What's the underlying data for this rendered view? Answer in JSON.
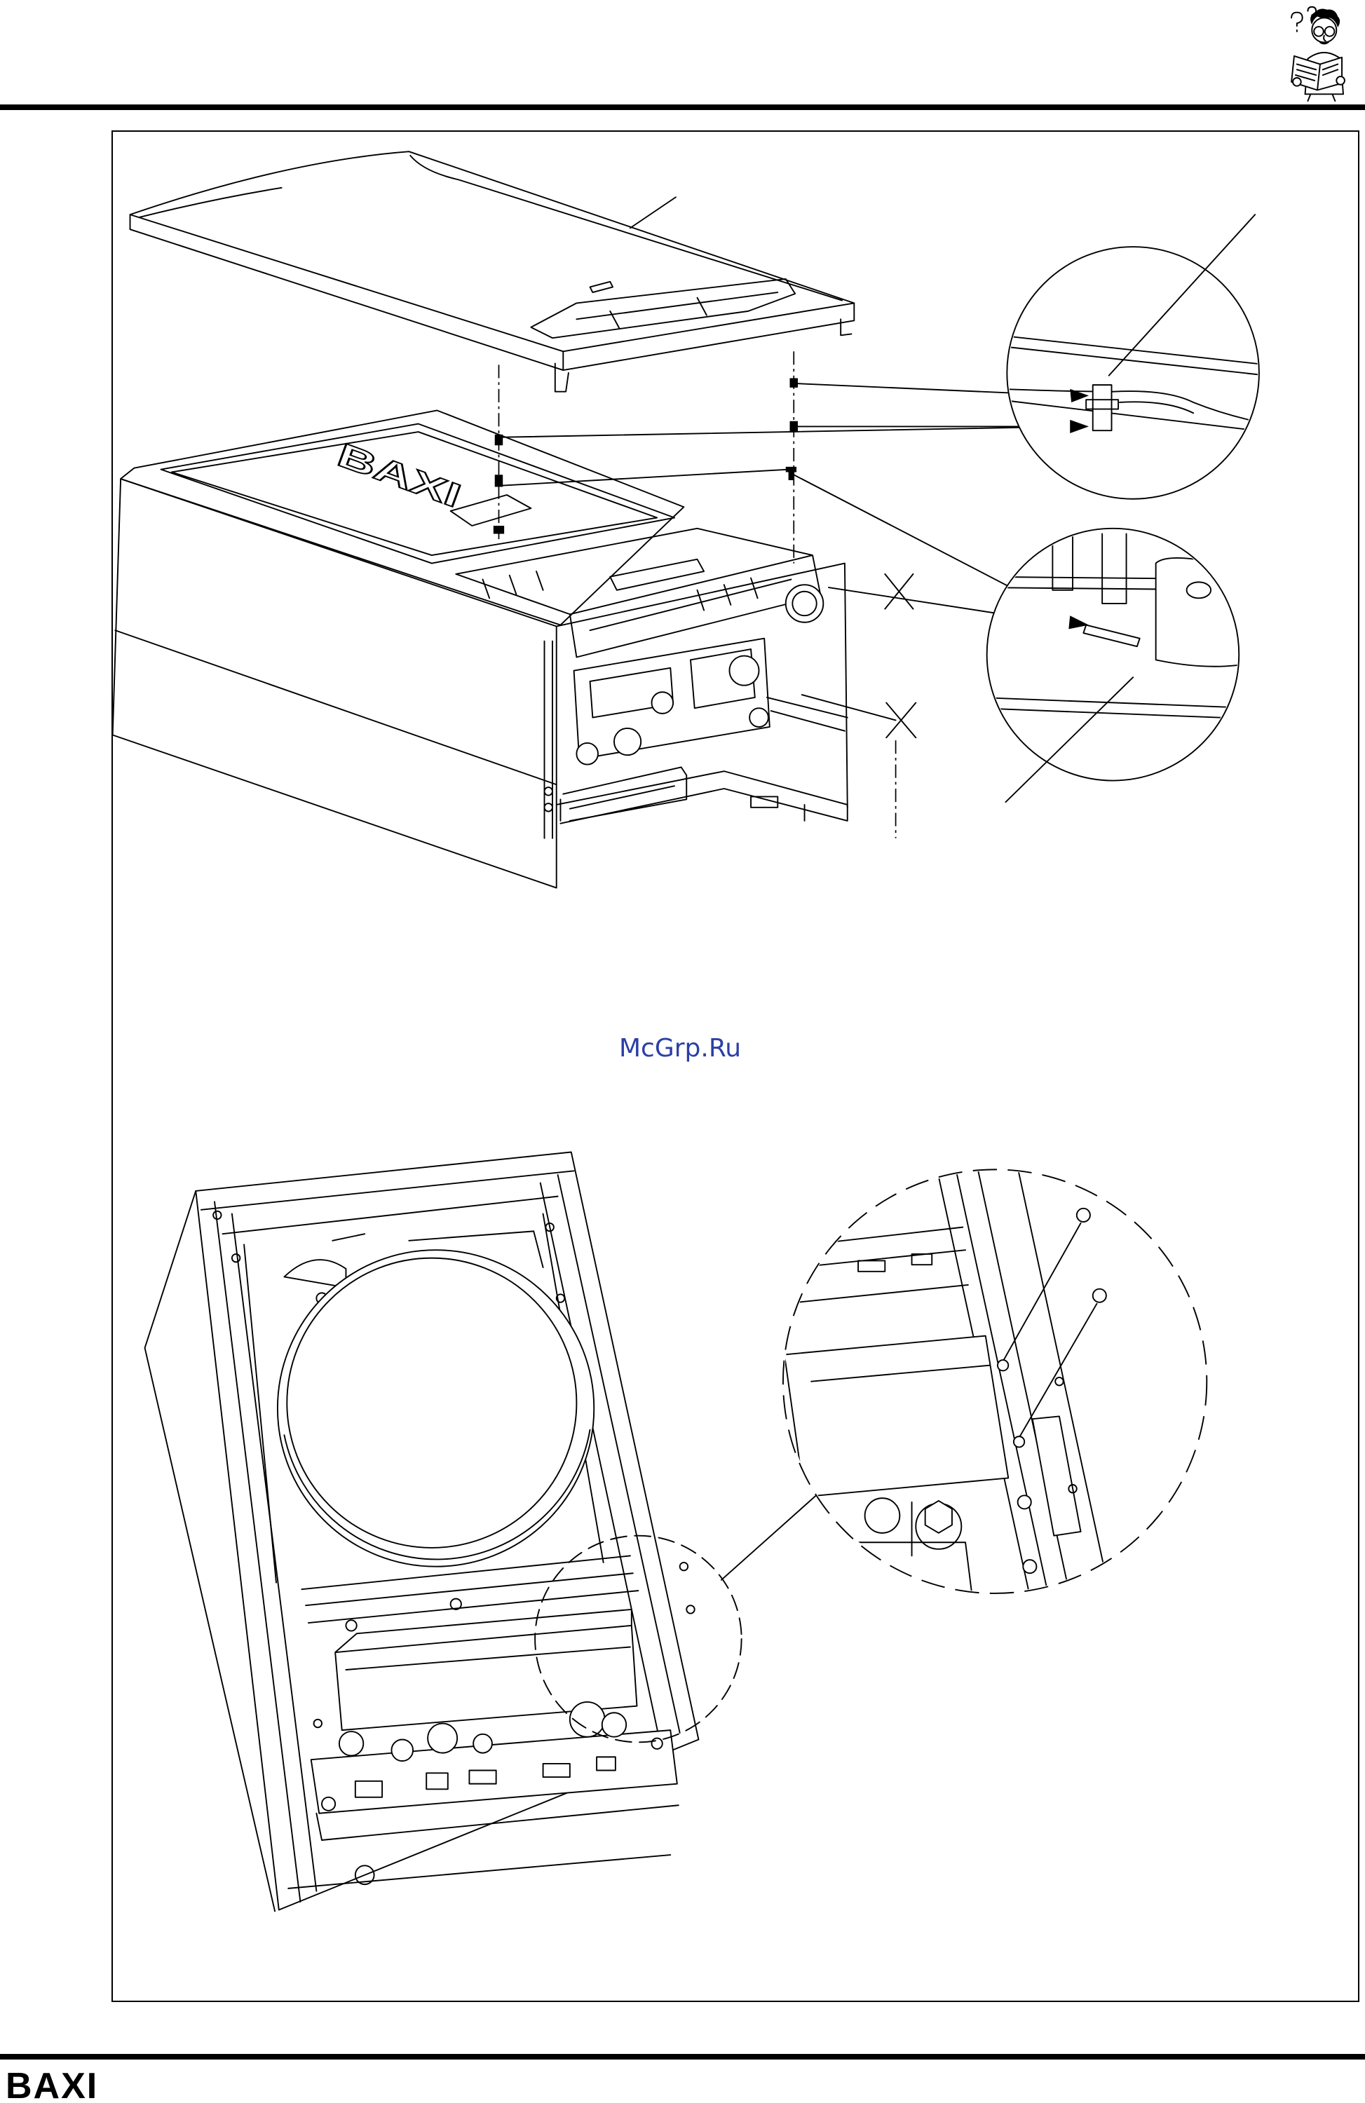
{
  "page": {
    "background": "#ffffff",
    "ink": "#000000"
  },
  "header": {
    "icon": "manual-reader-icon"
  },
  "figure": {
    "boiler_logo": "BAXI",
    "removal_mark_icon": "remove-x-icon"
  },
  "watermark": {
    "text": "McGrp.Ru",
    "color": "#2b3fa8"
  },
  "footer": {
    "logo": "BAXI"
  }
}
